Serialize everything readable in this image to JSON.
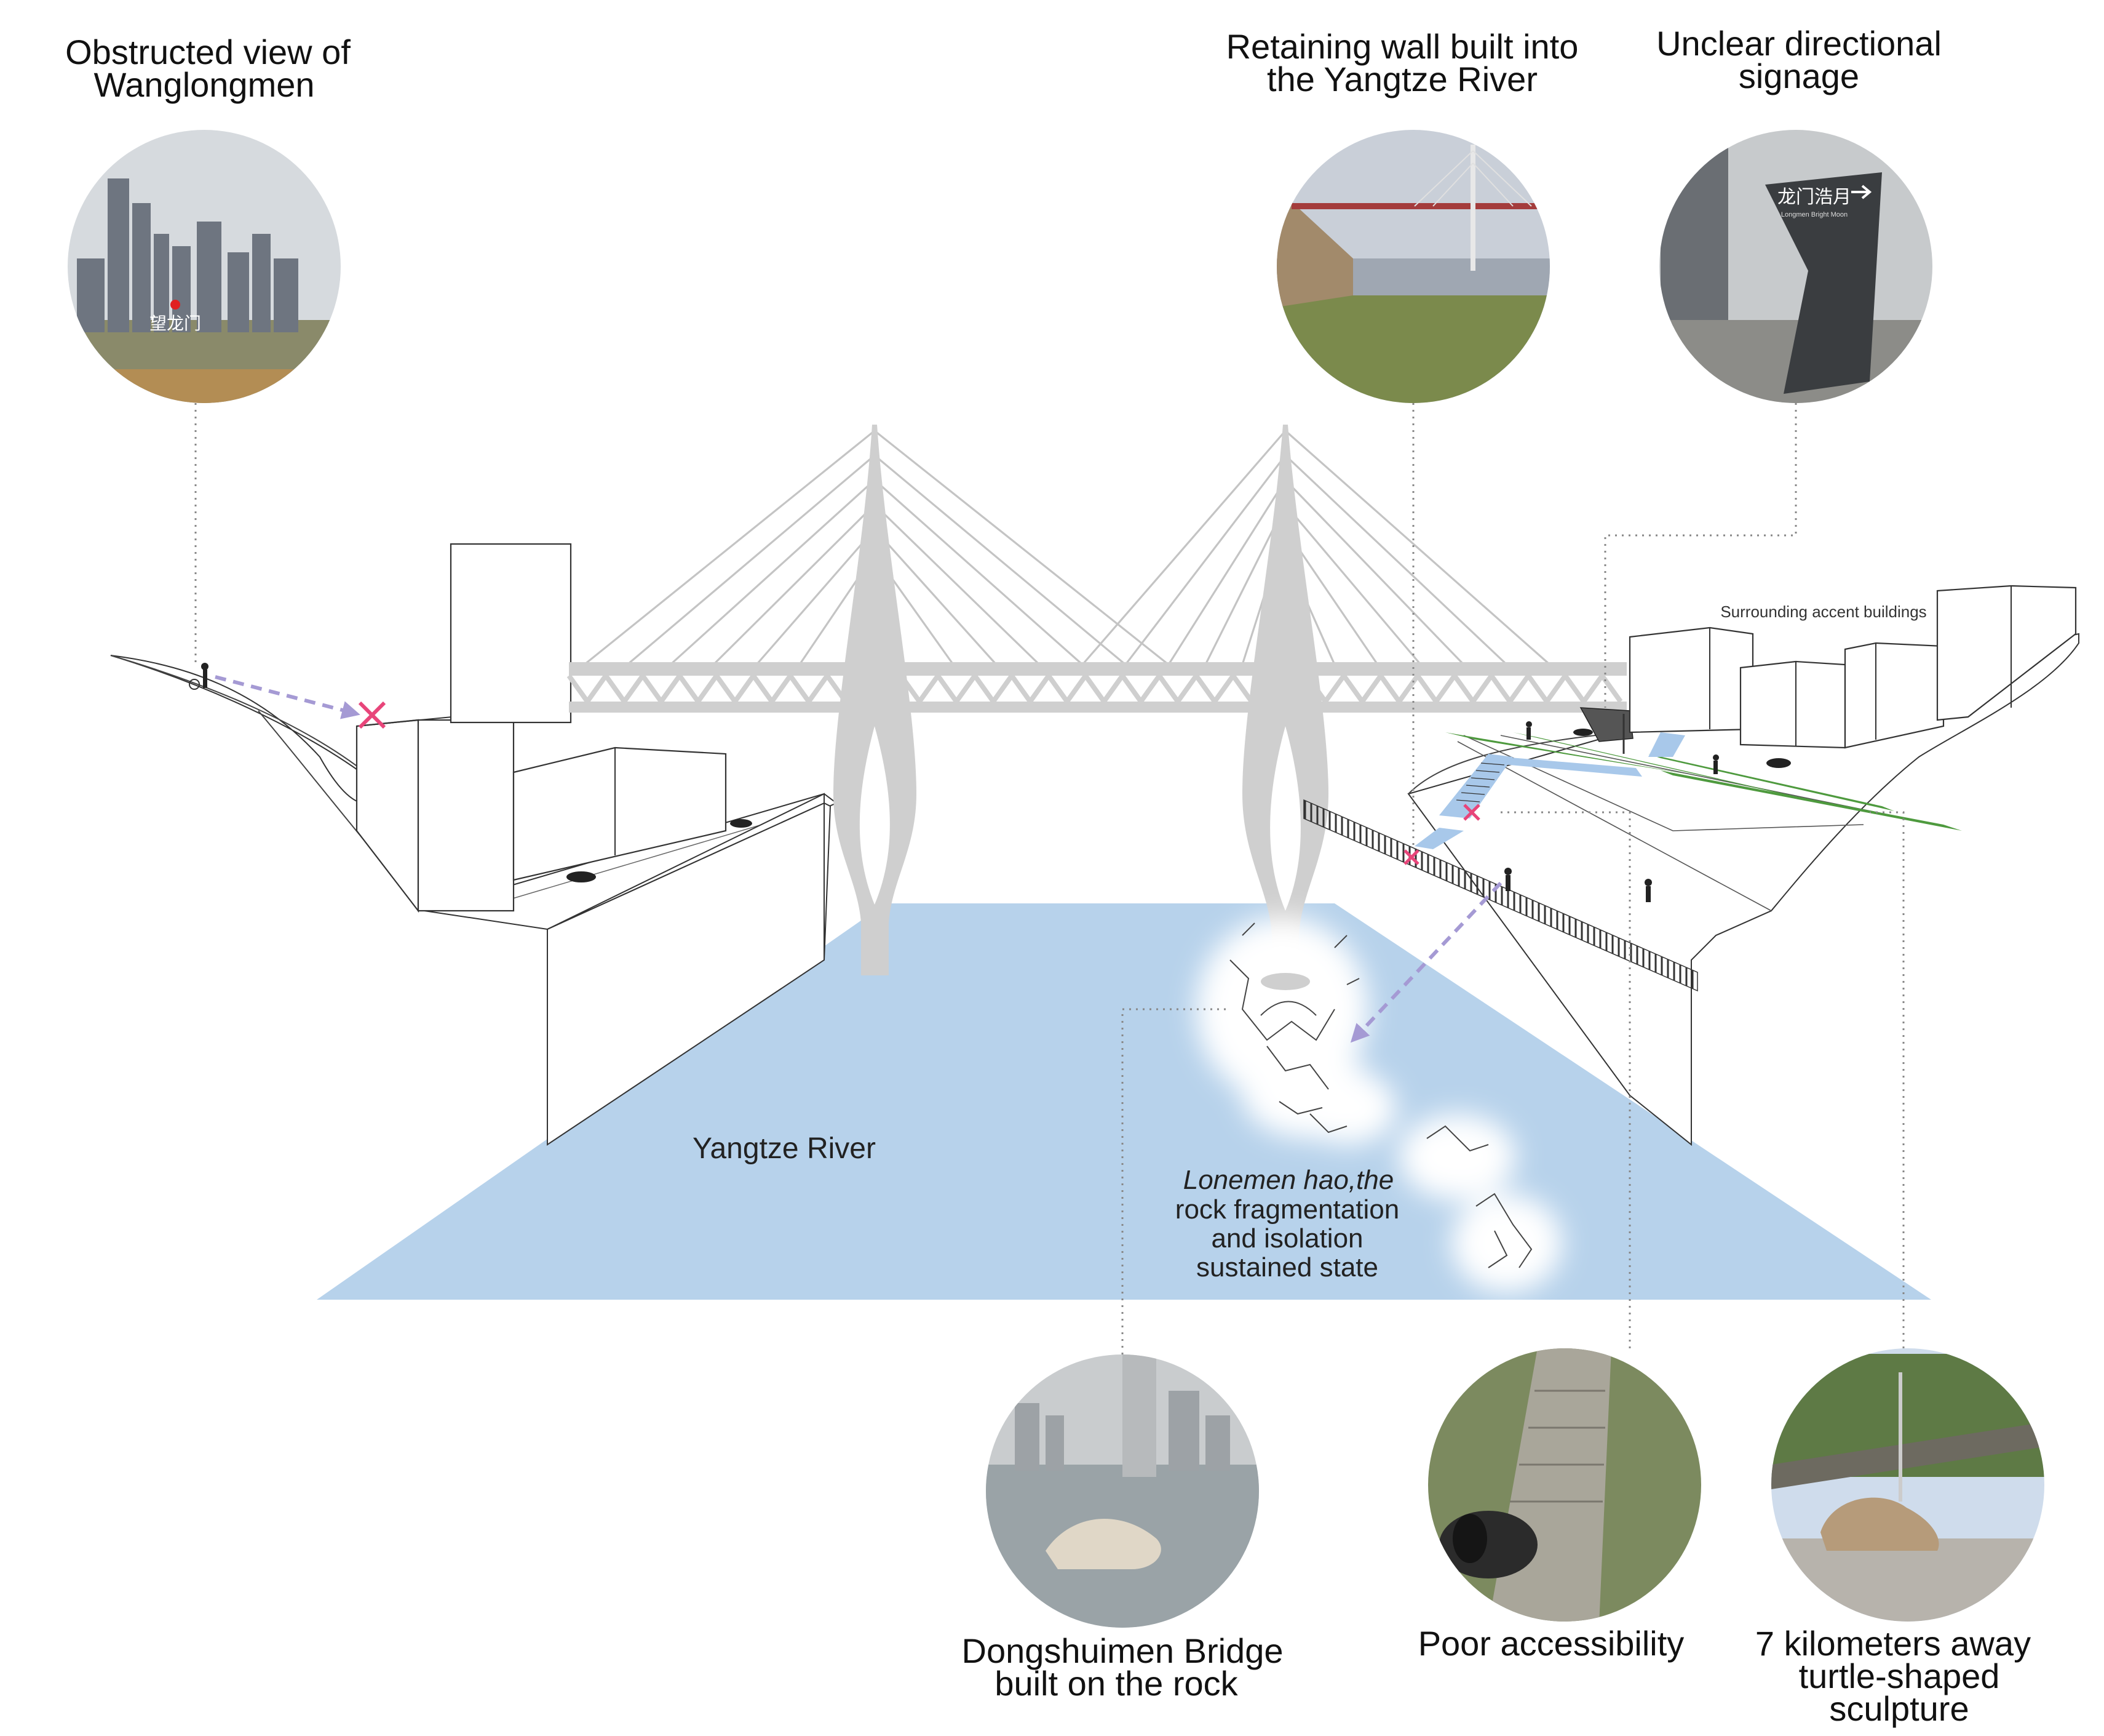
{
  "callouts": {
    "wanglongmen": {
      "line1": "Obstructed view of",
      "line2": "Wanglongmen",
      "photo_sign": "望龙门"
    },
    "retaining_wall": {
      "line1": "Retaining wall built into",
      "line2": "the Yangtze River"
    },
    "signage": {
      "line1": "Unclear directional",
      "line2": "signage",
      "photo_sign": "龙门浩月",
      "photo_sign_sub": "Longmen Bright Moon"
    },
    "dongshuimen": {
      "line1": "Dongshuimen Bridge",
      "line2": "built on the rock"
    },
    "accessibility": {
      "line1": "Poor accessibility"
    },
    "sculpture": {
      "line1": "7 kilometers away",
      "line2": "turtle-shaped",
      "line3": "sculpture"
    }
  },
  "labels": {
    "river": "Yangtze River",
    "buildings": "Surrounding accent buildings",
    "rock_line1": "Lonemen hao,the",
    "rock_line2": "rock fragmentation",
    "rock_line3": "and isolation",
    "rock_line4": "sustained state"
  },
  "colors": {
    "river": "#b7d2eb",
    "bridge": "#cfcfcf",
    "arrow": "#a59ad4",
    "cross": "#e8457a",
    "path": "#a8c8ea",
    "green": "#4e9a3e"
  }
}
